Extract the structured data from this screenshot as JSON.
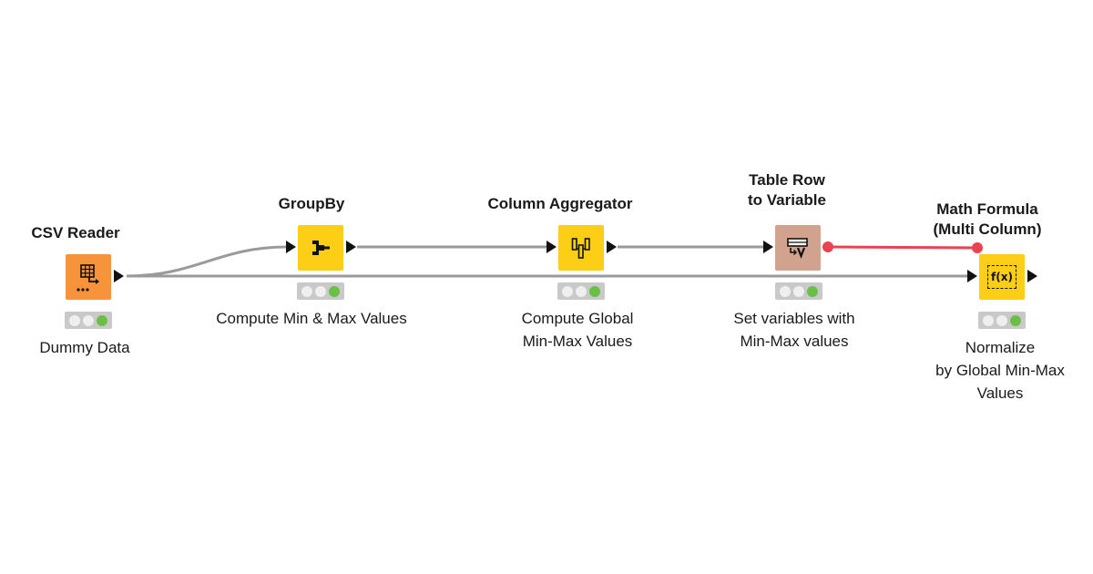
{
  "workflow": {
    "nodes": [
      {
        "title": "CSV Reader",
        "description": "Dummy Data",
        "icon": "csv-reader-icon",
        "category": "reader",
        "status": "executed"
      },
      {
        "title": "GroupBy",
        "description": "Compute Min & Max Values",
        "icon": "groupby-icon",
        "category": "manipulator",
        "status": "executed"
      },
      {
        "title": "Column Aggregator",
        "description": "Compute Global\nMin-Max Values",
        "icon": "column-aggregator-icon",
        "category": "manipulator",
        "status": "executed"
      },
      {
        "title": "Table Row\nto Variable",
        "description": "Set variables with\nMin-Max values",
        "icon": "table-row-to-variable-icon",
        "category": "other",
        "status": "executed"
      },
      {
        "title": "Math Formula\n(Multi Column)",
        "description": "Normalize\nby Global Min-Max\nValues",
        "icon": "math-formula-icon",
        "category": "manipulator",
        "status": "executed"
      }
    ],
    "icon_text": {
      "math_formula": "f(x)"
    },
    "colors": {
      "reader": "#f7933a",
      "manipulator": "#fccf16",
      "other": "#d1a38e",
      "data_connection": "#9a9a9a",
      "variable_connection": "#e8434e",
      "status_green": "#6bbf47"
    }
  }
}
